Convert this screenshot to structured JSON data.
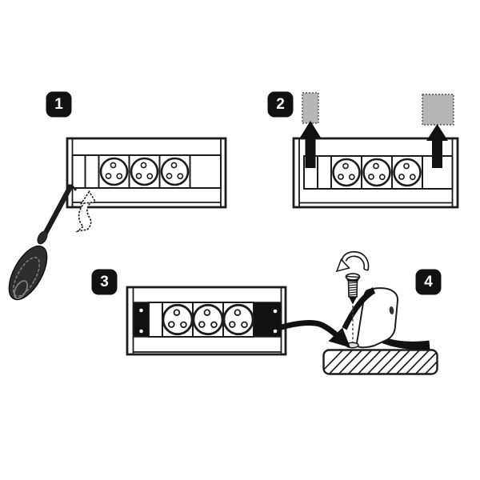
{
  "diagram": {
    "background": "#ffffff",
    "line_color": "#1c1c1c",
    "removed_part_gray": "#b5b5b5",
    "bracket_black": "#111111",
    "badge": {
      "background": "#111111",
      "text_color": "#ffffff"
    },
    "sockets_per_strip": 3,
    "steps": [
      {
        "number": "1",
        "icons": [
          "power-strip-front",
          "screwdriver-icon",
          "flip-up-arrow-icon"
        ]
      },
      {
        "number": "2",
        "icons": [
          "power-strip-front",
          "up-arrow-icon",
          "removed-end-cap-small",
          "removed-end-cap-large"
        ]
      },
      {
        "number": "3",
        "icons": [
          "power-strip-front",
          "black-mounting-bracket-end",
          "cable-arrow-icon"
        ]
      },
      {
        "number": "4",
        "icons": [
          "rotation-arrow-icon",
          "screw-icon",
          "mounting-bracket",
          "washer",
          "sweep-arrow-icon",
          "hatched-mounting-surface"
        ]
      }
    ]
  }
}
